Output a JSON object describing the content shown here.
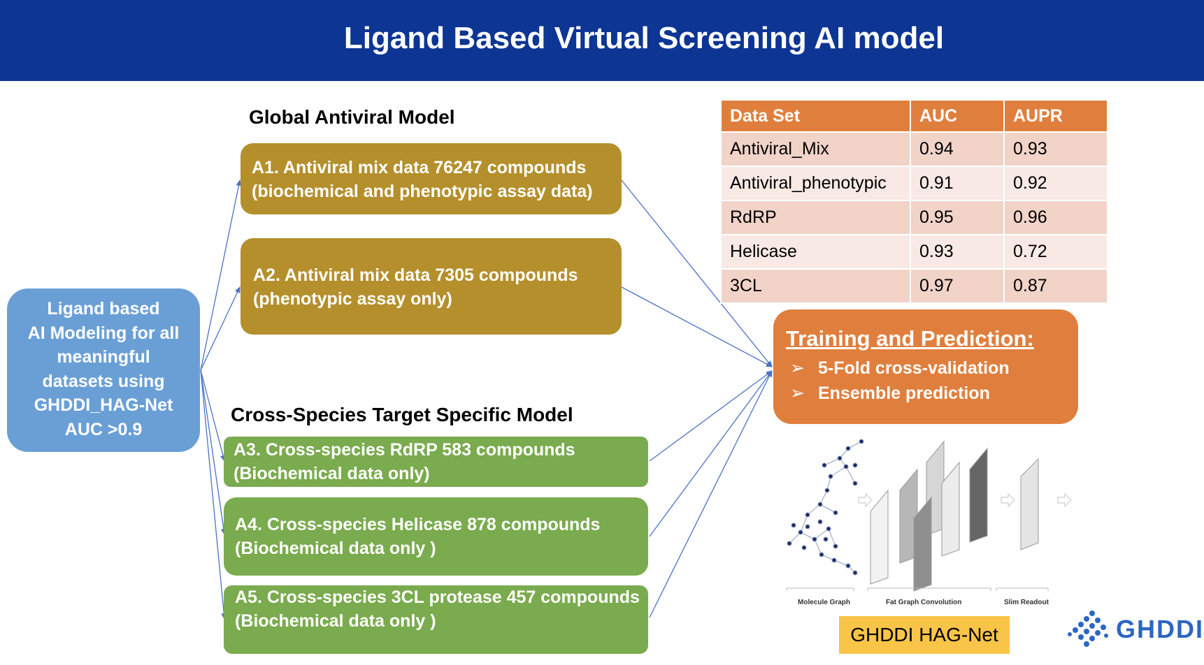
{
  "header": {
    "title": "Ligand Based Virtual Screening AI model"
  },
  "left_box": {
    "lines": [
      "Ligand based",
      "AI Modeling for all",
      "meaningful",
      "datasets using",
      "GHDDI_HAG-Net",
      "AUC >0.9"
    ]
  },
  "global_section": {
    "title": "Global Antiviral Model",
    "boxes": [
      {
        "line1": "A1. Antiviral mix data  76247 compounds",
        "line2": "(biochemical and phenotypic assay data)"
      },
      {
        "line1": "A2. Antiviral mix data 7305  compounds",
        "line2": "(phenotypic assay only)"
      }
    ]
  },
  "cross_section": {
    "title": "Cross-Species Target Specific Model",
    "boxes": [
      {
        "line1": "A3. Cross-species RdRP 583 compounds",
        "line2": "(Biochemical data only)"
      },
      {
        "line1": "A4. Cross-species Helicase 878 compounds",
        "line2": "(Biochemical data only )"
      },
      {
        "line1": "A5. Cross-species 3CL protease 457 compounds",
        "line2": "(Biochemical data only )"
      }
    ]
  },
  "results_table": {
    "headers": [
      "Data Set",
      "AUC",
      "AUPR"
    ],
    "rows": [
      [
        "Antiviral_Mix",
        "0.94",
        "0.93"
      ],
      [
        "Antiviral_phenotypic",
        "0.91",
        "0.92"
      ],
      [
        "RdRP",
        "0.95",
        "0.96"
      ],
      [
        "Helicase",
        "0.93",
        "0.72"
      ],
      [
        "3CL",
        "0.97",
        "0.87"
      ]
    ]
  },
  "training": {
    "title": "Training and Prediction:",
    "bullets": [
      "5-Fold cross-validation",
      "Ensemble prediction"
    ],
    "bullet_icon": "arrowhead-bullet-icon"
  },
  "network_figure": {
    "labels": [
      "Molecule Graph",
      "Fat Graph Convolution",
      "Slim Readout"
    ]
  },
  "hag_label": "GHDDI HAG-Net",
  "logo": {
    "text": "GHDDI",
    "icon": "ghddi-logo-icon"
  },
  "colors": {
    "header": "#0d3593",
    "gold": "#b48f2c",
    "green": "#7aab4e",
    "blue_box": "#6a9fd6",
    "orange": "#e07f3d",
    "table_odd": "#f1d3c8",
    "table_even": "#f8e9e4",
    "hag_label": "#f9c548",
    "arrow": "#4a72c4"
  }
}
